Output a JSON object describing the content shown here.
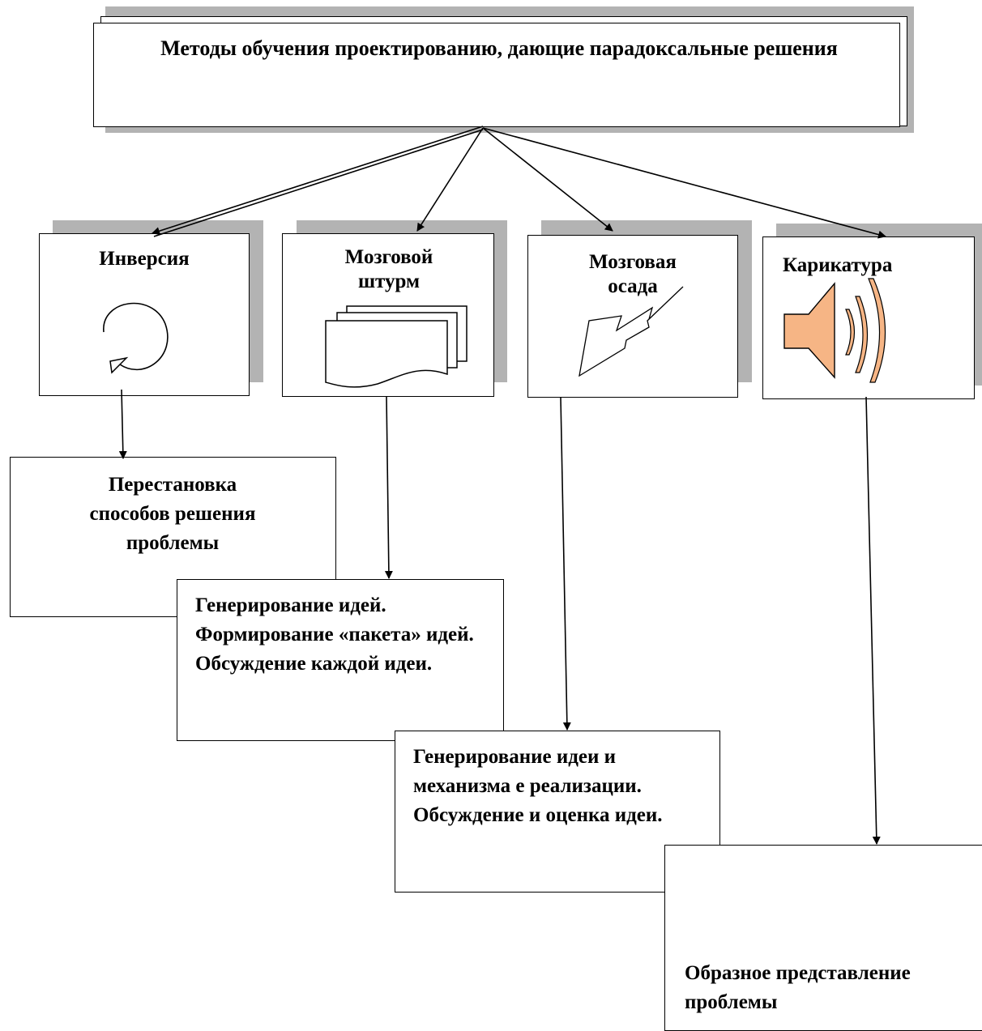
{
  "title": "Методы обучения проектированию, дающие парадоксальные решения",
  "methods": [
    {
      "name": "Инверсия",
      "icon": "circular-arrow-icon",
      "description": "Перестановка способов решения проблемы"
    },
    {
      "name": "Мозговой штурм",
      "icon": "stacked-documents-icon",
      "description": [
        "Генерирование идей.",
        "Формирование «пакета» идей.",
        "Обсуждение каждой идеи."
      ]
    },
    {
      "name": "Мозговая осада",
      "icon": "lightning-bolt-icon",
      "description": [
        "Генерирование идеи и механизма е реализации.",
        "Обсуждение и оценка идеи."
      ]
    },
    {
      "name": "Карикатура",
      "icon": "speaker-icon",
      "description": "Образное представление проблемы"
    }
  ],
  "colors": {
    "shadow": "#b3b3b3",
    "speaker_fill": "#f6b585",
    "line": "#000000"
  }
}
